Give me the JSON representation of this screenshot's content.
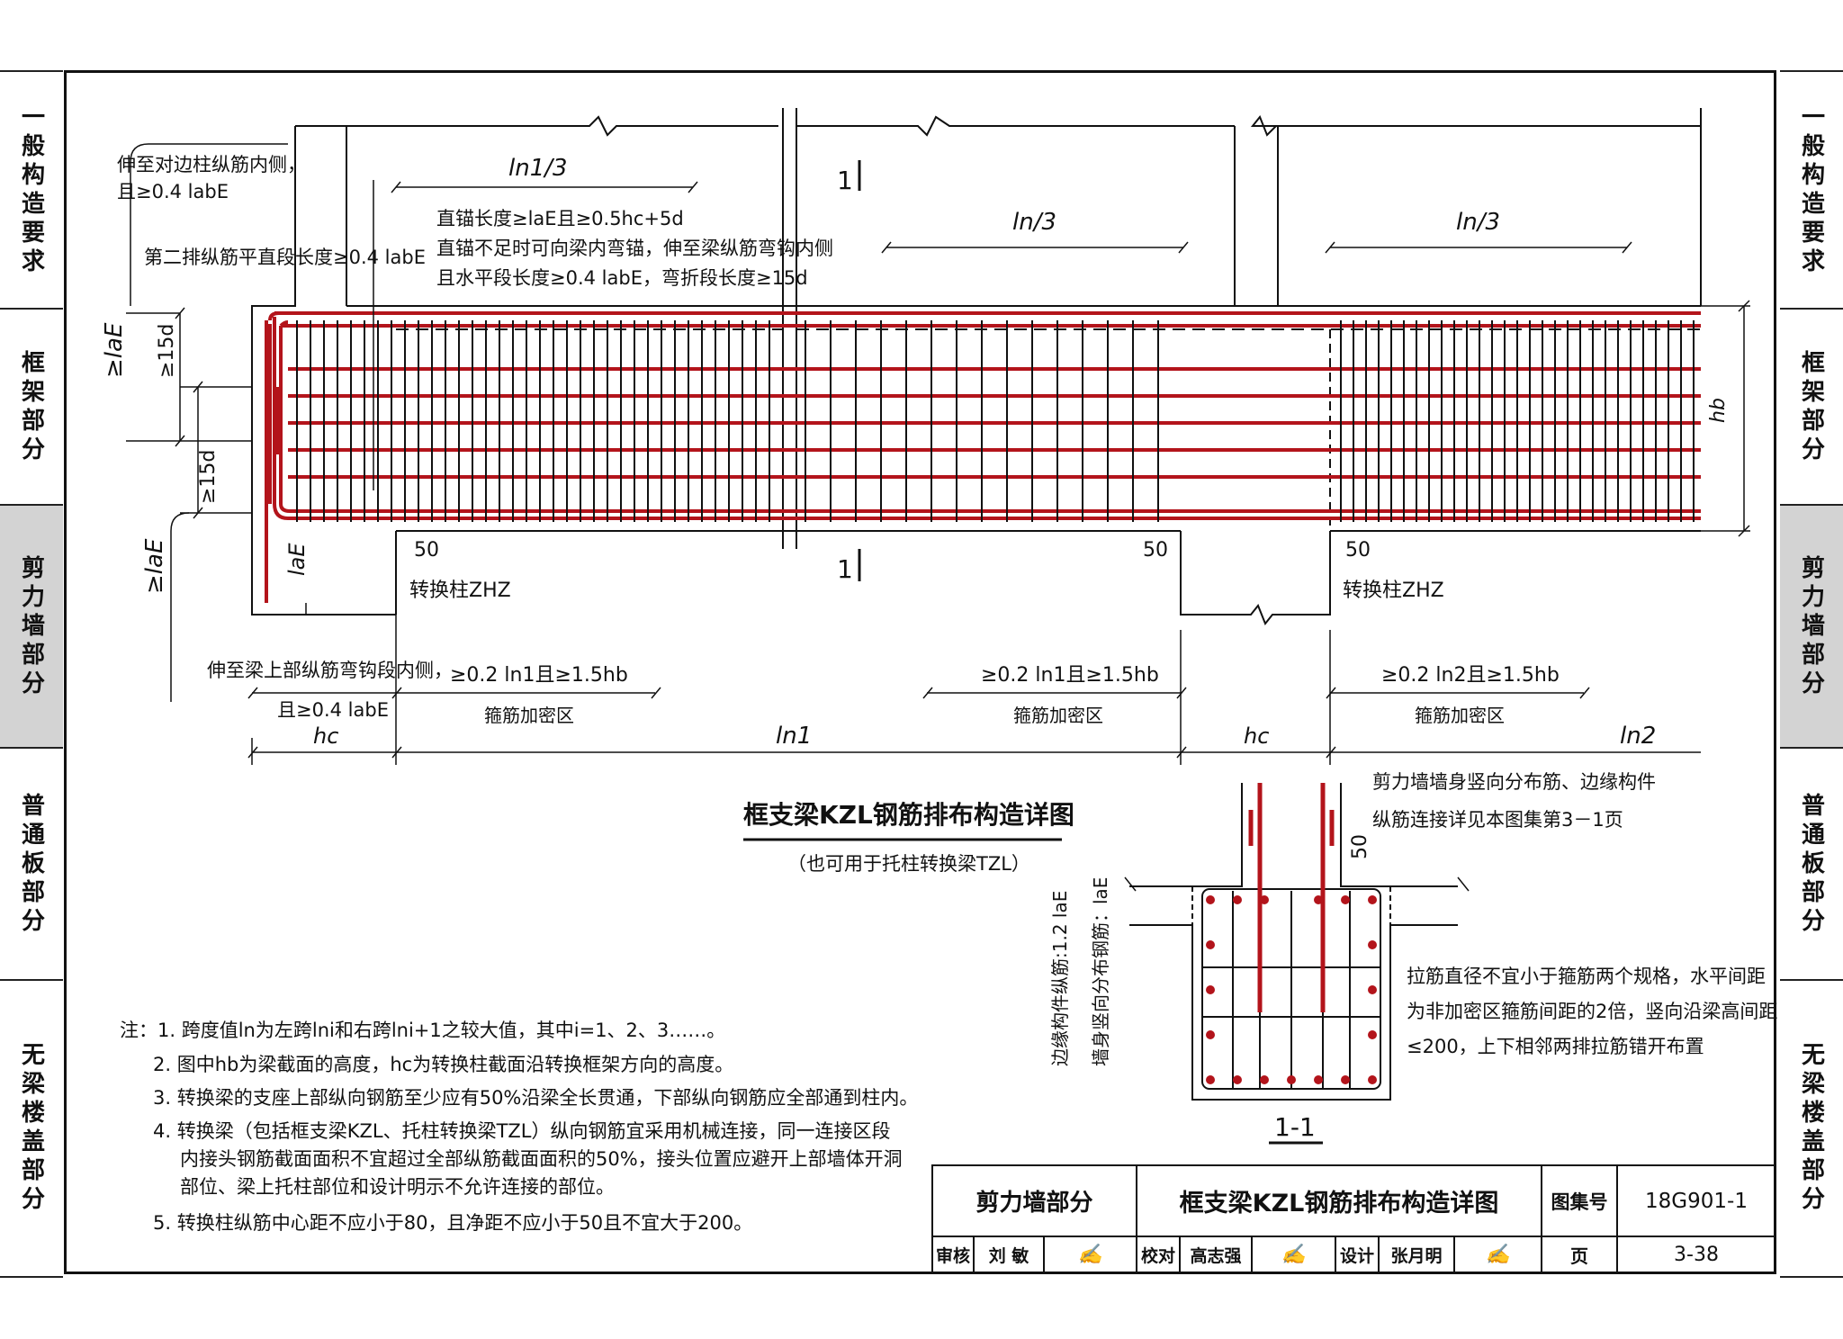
{
  "tabs": [
    {
      "label": "一般构造要求",
      "active": false
    },
    {
      "label": "框架部分",
      "active": false
    },
    {
      "label": "剪力墙部分",
      "active": true
    },
    {
      "label": "普通板部分",
      "active": false
    },
    {
      "label": "无梁楼盖部分",
      "active": false
    }
  ],
  "drawing": {
    "title": "框支梁KZL钢筋排布构造详图",
    "subtitle": "（也可用于托柱转换梁TZL）",
    "section_label": "1-1",
    "cut_mark": "1",
    "ann_top_left_1": "伸至对边柱纵筋内侧，",
    "ann_top_left_2": "且≥0.4 labE",
    "ann_second_row": "第二排纵筋平直段长度≥0.4 labE",
    "ann_anchor_1": "直锚长度≥laE且≥0.5hc+5d",
    "ann_anchor_2": "直锚不足时可向梁内弯锚，伸至梁纵筋弯钩内侧",
    "ann_anchor_3": "且水平段长度≥0.4 labE，弯折段长度≥15d",
    "dim_ln1_3": "ln1/3",
    "dim_ln_3a": "ln/3",
    "dim_ln_3b": "ln/3",
    "dim_15d_a": "≥15d",
    "dim_15d_b": "≥15d",
    "dim_lae_top": "≥laE",
    "dim_lae_bot": "≥laE",
    "dim_lae": "laE",
    "dim_hb": "hb",
    "dim_50a": "50",
    "dim_50b": "50",
    "dim_50c": "50",
    "dim_50d": "50",
    "col_label_1": "转换柱ZHZ",
    "col_label_2": "转换柱ZHZ",
    "ann_bottom_1": "伸至梁上部纵筋弯钩段内侧，",
    "ann_bottom_2": "且≥0.4 labE",
    "dense_1": "≥0.2 ln1且≥1.5hb",
    "dense_2": "≥0.2 ln1且≥1.5hb",
    "dense_3": "≥0.2 ln2且≥1.5hb",
    "dense_label": "箍筋加密区",
    "dim_hc_1": "hc",
    "dim_hc_2": "hc",
    "dim_ln1": "ln1",
    "dim_ln2": "ln2",
    "sec_ann_1": "剪力墙墙身竖向分布筋、边缘构件",
    "sec_ann_2": "纵筋连接详见本图集第3－1页",
    "sec_vert_1": "边缘构件纵筋:1.2 laE",
    "sec_vert_2": "墙身竖向分布钢筋：laE",
    "sec_tie_1": "拉筋直径不宜小于箍筋两个规格，水平间距",
    "sec_tie_2": "为非加密区箍筋间距的2倍，竖向沿梁高间距",
    "sec_tie_3": "≤200，上下相邻两排拉筋错开布置"
  },
  "notes": [
    "注：1. 跨度值ln为左跨lni和右跨lni+1之较大值，其中i=1、2、3……。",
    "2. 图中hb为梁截面的高度，hc为转换柱截面沿转换框架方向的高度。",
    "3. 转换梁的支座上部纵向钢筋至少应有50%沿梁全长贯通，下部纵向钢筋应全部通到柱内。",
    "4. 转换梁（包括框支梁KZL、托柱转换梁TZL）纵向钢筋宜采用机械连接，同一连接区段",
    "内接头钢筋截面面积不宜超过全部纵筋截面面积的50%，接头位置应避开上部墙体开洞",
    "部位、梁上托柱部位和设计明示不允许连接的部位。",
    "5. 转换柱纵筋中心距不应小于80，且净距不应小于50且不宜大于200。"
  ],
  "title_block": {
    "section": "剪力墙部分",
    "title": "框支梁KZL钢筋排布构造详图",
    "atlas_label": "图集号",
    "atlas_no": "18G901-1",
    "review_label": "审核",
    "review_name": "刘 敏",
    "check_label": "校对",
    "check_name": "高志强",
    "design_label": "设计",
    "design_name": "张月明",
    "page_label": "页",
    "page_no": "3-38"
  },
  "colors": {
    "rebar": "#b3141b",
    "line": "#111111",
    "tab_active": "#d3d3d3"
  }
}
